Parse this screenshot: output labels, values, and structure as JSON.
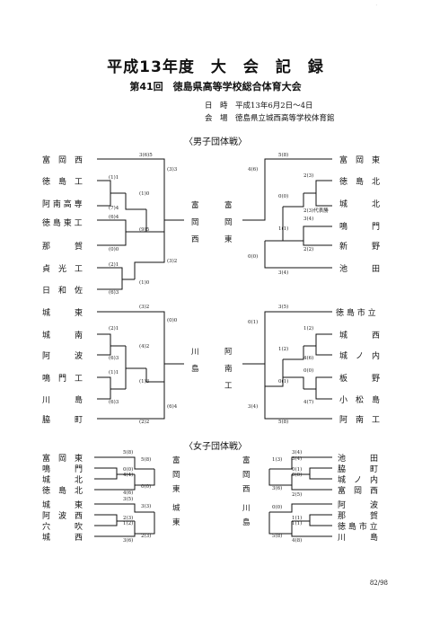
{
  "title": "平成13年度　大　会　記　録",
  "subtitle": "第41回　徳島県高等学校総合体育大会",
  "date_line": "日　時　平成13年6月2日～4日",
  "venue_line": "会　場　徳島県立城西高等学校体育館",
  "boys_header": "〈男子団体戦〉",
  "girls_header": "〈女子団体戦〉",
  "page_number": "82/98",
  "boys": {
    "left_top": [
      "富　岡　西",
      "徳　島　工",
      "阿 南 高 専",
      "徳 島 東 工",
      "那　　　賀",
      "貞　光　工",
      "日　和　佐"
    ],
    "right_top": [
      "富　岡　東",
      "徳　島　北",
      "城　　　北",
      "鳴　　　門",
      "新　　　野",
      "池　　　田"
    ],
    "left_bottom": [
      "城　　　東",
      "城　　　南",
      "阿　　　波",
      "鳴　門　工",
      "川　　　島",
      "脇　　　町"
    ],
    "right_bottom": [
      "徳 島 市 立",
      "城　　　西",
      "城　ノ　内",
      "板　　　野",
      "小　松　島",
      "阿　南　工"
    ],
    "finalists": {
      "top_left": "富岡西",
      "top_right": "富岡東",
      "bottom_left": "川島",
      "bottom_right": "阿南工"
    },
    "scores": {
      "lt": [
        "3(6)5",
        "(1)1",
        "(7)4",
        "(1)0",
        "(3)3",
        "(6)4",
        "(9)5",
        "(0)0",
        "(2)1",
        "(6)3",
        "(1)0",
        "(3)2"
      ],
      "rt": [
        "5(8)",
        "4(6)",
        "2(3)",
        "0(0)",
        "2(3)代表勝",
        "3(4)",
        "1(1)",
        "2(2)",
        "0(0)",
        "3(4)"
      ],
      "lb": [
        "(3)2",
        "(2)1",
        "(6)3",
        "(4)2",
        "(1)1",
        "(6)3",
        "(1)3",
        "(2)2",
        "(0)0",
        "(6)4"
      ],
      "rb": [
        "3(5)",
        "0(1)",
        "1(2)",
        "1(2)",
        "4(6)",
        "0(0)",
        "0(1)",
        "4(7)",
        "3(4)",
        "5(8)"
      ]
    }
  },
  "girls": {
    "left": [
      "富　岡　東",
      "鳴　　　門",
      "城　　　北",
      "徳　島　北",
      "城　　　東",
      "阿　波　西",
      "穴　　　吹",
      "城　　　西"
    ],
    "right": [
      "池　　　田",
      "脇　　　町",
      "城　ノ　内",
      "富　岡　西",
      "阿　　　波",
      "那　　　賀",
      "徳 島 市 立",
      "川　　　島"
    ],
    "finalists": {
      "left_top": "富岡東",
      "left_bottom": "城東",
      "right_top": "富岡西",
      "right_bottom": "川島"
    },
    "scores": {
      "left": [
        "5(8)",
        "5(8)",
        "0(0)",
        "4(4)",
        "0(0)",
        "4(6)",
        "3(5)",
        "3(3)",
        "2(3)",
        "1(2)",
        "2(3)",
        "3(6)"
      ],
      "right": [
        "3(4)",
        "1(3)",
        "0(1)",
        "0(0)",
        "3(6)",
        "2(5)",
        "0(0)",
        "1(1)",
        "1(1)",
        "5(8)",
        "4(8)",
        "3(4)"
      ]
    }
  }
}
